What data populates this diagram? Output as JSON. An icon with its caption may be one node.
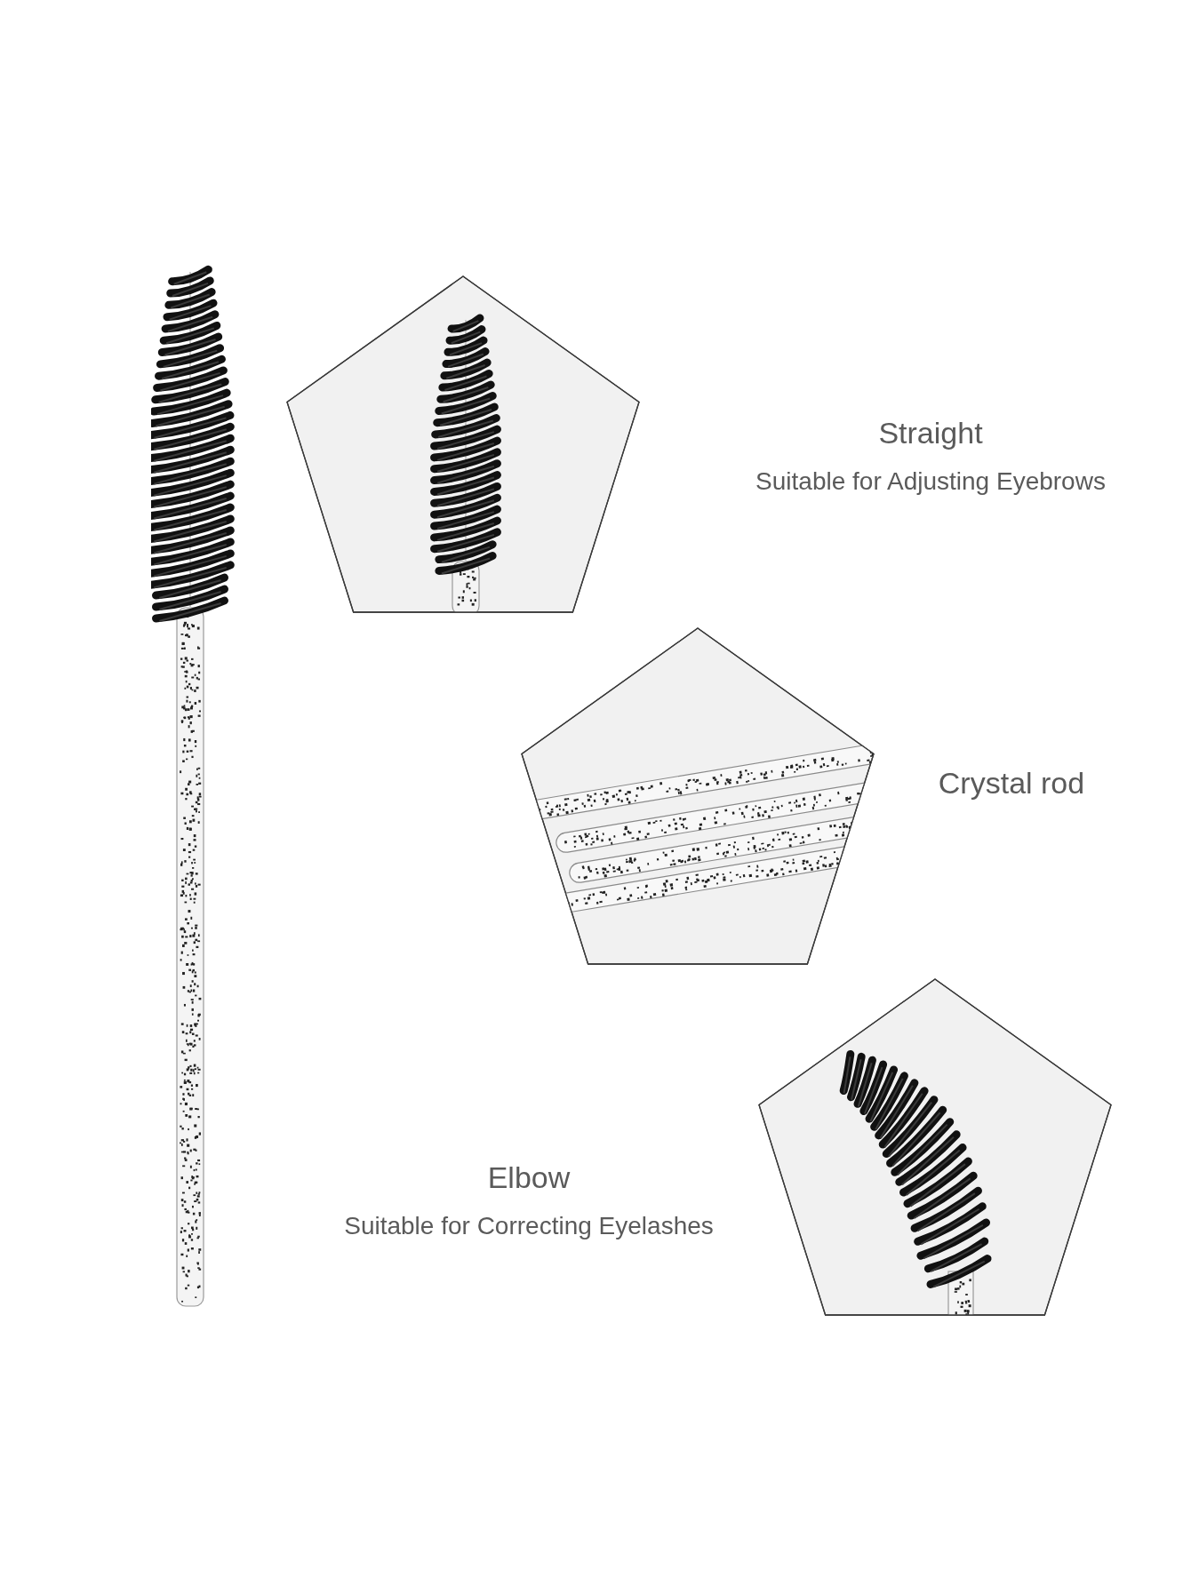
{
  "diagram": {
    "nodes": [
      {
        "text": [],
        "shape": "pentagon",
        "beside": [
          "Straight",
          "Suitable for Adjusting Eyebrows"
        ]
      },
      {
        "text": [],
        "shape": "pentagon",
        "beside": [
          "Crystal rod"
        ]
      },
      {
        "text": [],
        "shape": "pentagon",
        "beside": [
          "Elbow",
          "Suitable for Correcting Eyelashes"
        ]
      }
    ]
  }
}
